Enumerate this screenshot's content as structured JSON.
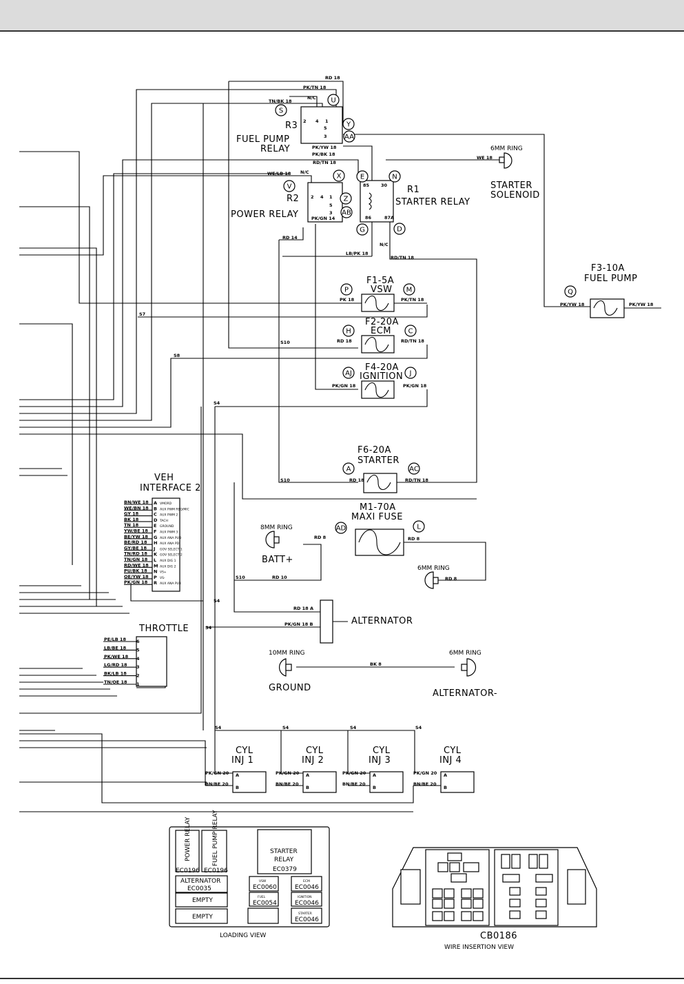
{
  "relays": {
    "r3": {
      "id": "R3",
      "name_line1": "FUEL PUMP",
      "name_line2": "RELAY"
    },
    "r2": {
      "id": "R2",
      "name": "POWER RELAY"
    },
    "r1": {
      "id": "R1",
      "name": "STARTER RELAY"
    }
  },
  "starter_solenoid": {
    "ring": "6MM RING",
    "name_line1": "STARTER",
    "name_line2": "SOLENOID"
  },
  "fuses": {
    "f1": {
      "title": "F1-5A",
      "name": "VSW"
    },
    "f2": {
      "title": "F2-20A",
      "name": "ECM"
    },
    "f4": {
      "title": "F4-20A",
      "name": "IGNITION"
    },
    "f3": {
      "title": "F3-10A",
      "name": "FUEL PUMP"
    },
    "f6": {
      "title": "F6-20A",
      "name": "STARTER"
    },
    "m1": {
      "title": "M1-70A",
      "name": "MAXI FUSE"
    }
  },
  "battery": {
    "ring": "8MM RING",
    "name": "BATT+"
  },
  "ring_6mm_lower": "6MM RING",
  "alternator": {
    "name": "ALTERNATOR"
  },
  "ground": {
    "ring": "10MM RING",
    "name": "GROUND"
  },
  "alt_neg": {
    "ring": "6MM RING",
    "name": "ALTERNATOR-"
  },
  "veh_interface": {
    "title_line1": "VEH",
    "title_line2": "INTERFACE 2",
    "rows": [
      {
        "wire": "BN/WE 18",
        "pin": "A",
        "desc": "VMORD"
      },
      {
        "wire": "WE/BN 18",
        "pin": "B",
        "desc": "AUX PWM REQ/MIC"
      },
      {
        "wire": "GY 18",
        "pin": "C",
        "desc": "AUX PWM 2"
      },
      {
        "wire": "BK 18",
        "pin": "D",
        "desc": "TACH"
      },
      {
        "wire": "TN 18",
        "pin": "E",
        "desc": "GROUND"
      },
      {
        "wire": "YW/BE 18",
        "pin": "F",
        "desc": "AUX PWM 3"
      },
      {
        "wire": "BE/YW 18",
        "pin": "G",
        "desc": "AUX ANA PUD"
      },
      {
        "wire": "BE/RD 18",
        "pin": "H",
        "desc": "AUX ANA PD"
      },
      {
        "wire": "GY/BE 18",
        "pin": "J",
        "desc": "GOV SELECT 1"
      },
      {
        "wire": "TN/RD 18",
        "pin": "K",
        "desc": "GOV SELECT 2"
      },
      {
        "wire": "TN/GN 18",
        "pin": "L",
        "desc": "AUX DIG 1"
      },
      {
        "wire": "RD/WE 18",
        "pin": "M",
        "desc": "AUX DIG 2"
      },
      {
        "wire": "PU/BK 18",
        "pin": "N",
        "desc": "VS+"
      },
      {
        "wire": "OE/YW 18",
        "pin": "P",
        "desc": "VS-"
      },
      {
        "wire": "PK/GN 18",
        "pin": "R",
        "desc": "AUX ANA PU3"
      }
    ]
  },
  "throttle": {
    "title": "THROTTLE",
    "rows": [
      {
        "wire": "PE/LB 18",
        "pin": "6"
      },
      {
        "wire": "LB/BE 18",
        "pin": "5"
      },
      {
        "wire": "PK/WE 18",
        "pin": "4"
      },
      {
        "wire": "LG/RD 18",
        "pin": "3"
      },
      {
        "wire": "BK/LB 18",
        "pin": "2"
      },
      {
        "wire": "TN/OE 18",
        "pin": "1"
      }
    ]
  },
  "injectors": [
    {
      "l1": "CYL",
      "l2": "INJ 1",
      "wa": "PK/GN 20",
      "wb": "BN/BE 20"
    },
    {
      "l1": "CYL",
      "l2": "INJ 2",
      "wa": "PK/GN 20",
      "wb": "BN/BE 20"
    },
    {
      "l1": "CYL",
      "l2": "INJ 3",
      "wa": "PK/GN 20",
      "wb": "BN/BE 20"
    },
    {
      "l1": "CYL",
      "l2": "INJ 4",
      "wa": "PK/GN 20",
      "wb": "BN/BE 20"
    }
  ],
  "wires": {
    "rd18": "RD 18",
    "pktn18": "PK/TN 18",
    "nc": "N/C",
    "tnbk18": "TN/BK 18",
    "pkyw18": "PK/YW 18",
    "pkbk18": "PK/BK 18",
    "rdtn18": "RD/TN 18",
    "we18": "WE 18",
    "welb18": "WE/LB 18",
    "pkgn14": "PK/GN 14",
    "rd14": "RD 14",
    "lbpk18": "LB/PK 18",
    "pk18": "PK 18",
    "pkgn18": "PK/GN 18",
    "rd8": "RD 8",
    "rd10": "RD 10",
    "rd18a": "RD 18 A",
    "pkgn18b": "PK/GN 18 B",
    "bk8": "BK 8",
    "pkyw18b": "PK/YW 18"
  },
  "splices": {
    "s7": "S7",
    "s8": "S8",
    "s10": "S10",
    "s4": "S4"
  },
  "circles": [
    "S",
    "U",
    "Y",
    "AA",
    "V",
    "X",
    "Z",
    "AB",
    "E",
    "N",
    "G",
    "D",
    "P",
    "M",
    "H",
    "C",
    "AJ",
    "J",
    "A",
    "AC",
    "AD",
    "L",
    "Q"
  ],
  "loading_view": {
    "caption": "LOADING VIEW",
    "power_relay": "POWER RELAY",
    "power_relay_code": "EC0196",
    "fuel_pump_relay": "FUEL PUMP RELAY",
    "fuel_pump_relay_code": "EC0196",
    "starter_relay_l1": "STARTER",
    "starter_relay_l2": "RELAY",
    "starter_relay_code": "EC0379",
    "alternator": "ALTERNATOR",
    "alternator_code": "EC0035",
    "empty1": "EMPTY",
    "empty2": "EMPTY",
    "vsw": "VSW",
    "vsw_code": "EC0060",
    "ecm": "ECM",
    "ecm_code": "EC0046",
    "fuel": "FUEL",
    "fuel_code": "EC0054",
    "ignition": "IGNITION",
    "ignition_code": "EC0046",
    "starter": "STARTER",
    "starter_code": "EC0046"
  },
  "connector_view": {
    "code": "CB0186",
    "caption": "WIRE INSERTION VIEW"
  }
}
